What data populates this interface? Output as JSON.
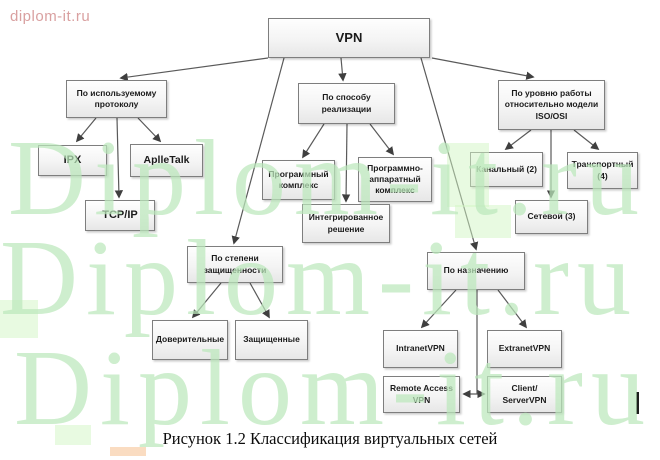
{
  "site_label": "diplom-it.ru",
  "watermark": {
    "text": "Diplom-it.ru",
    "color": "#bbe8bb"
  },
  "caption": "Рисунок 1.2 Классификация виртуальных сетей",
  "colors": {
    "site_label_red": "#d9a0a0",
    "node_border": "#7e7e7e",
    "line": "#4f4f4f"
  },
  "diagram": {
    "nodes": {
      "vpn": {
        "label": "VPN"
      },
      "protocol": {
        "label": "По используемому\nпротоколу"
      },
      "ipx": {
        "label": "IPX"
      },
      "appletalk": {
        "label": "AplleTalk"
      },
      "tcpip": {
        "label": "TCP/IP"
      },
      "realization": {
        "label": "По способу\nреализации"
      },
      "software": {
        "label": "Программный\nкомплекс"
      },
      "hw_sw": {
        "label": "Программно-\nаппаратный\nкомплекс"
      },
      "integrated": {
        "label": "Интегрированное\nрешение"
      },
      "osi_level": {
        "label": "По уровню работы\nотносительно модели\nISO/OSI"
      },
      "channel": {
        "label": "Канальный (2)"
      },
      "transport": {
        "label": "Транспортный\n(4)"
      },
      "network": {
        "label": "Сетевой (3)"
      },
      "security": {
        "label": "По степени\nзащищенности"
      },
      "trusted": {
        "label": "Доверительные"
      },
      "secured": {
        "label": "Защищенные"
      },
      "purpose": {
        "label": "По назначению"
      },
      "intranet": {
        "label": "IntranetVPN"
      },
      "extranet": {
        "label": "ExtranetVPN"
      },
      "remote_access": {
        "label": "Remote Access\nVPN"
      },
      "client_server": {
        "label": "Client/\nServerVPN"
      }
    }
  }
}
